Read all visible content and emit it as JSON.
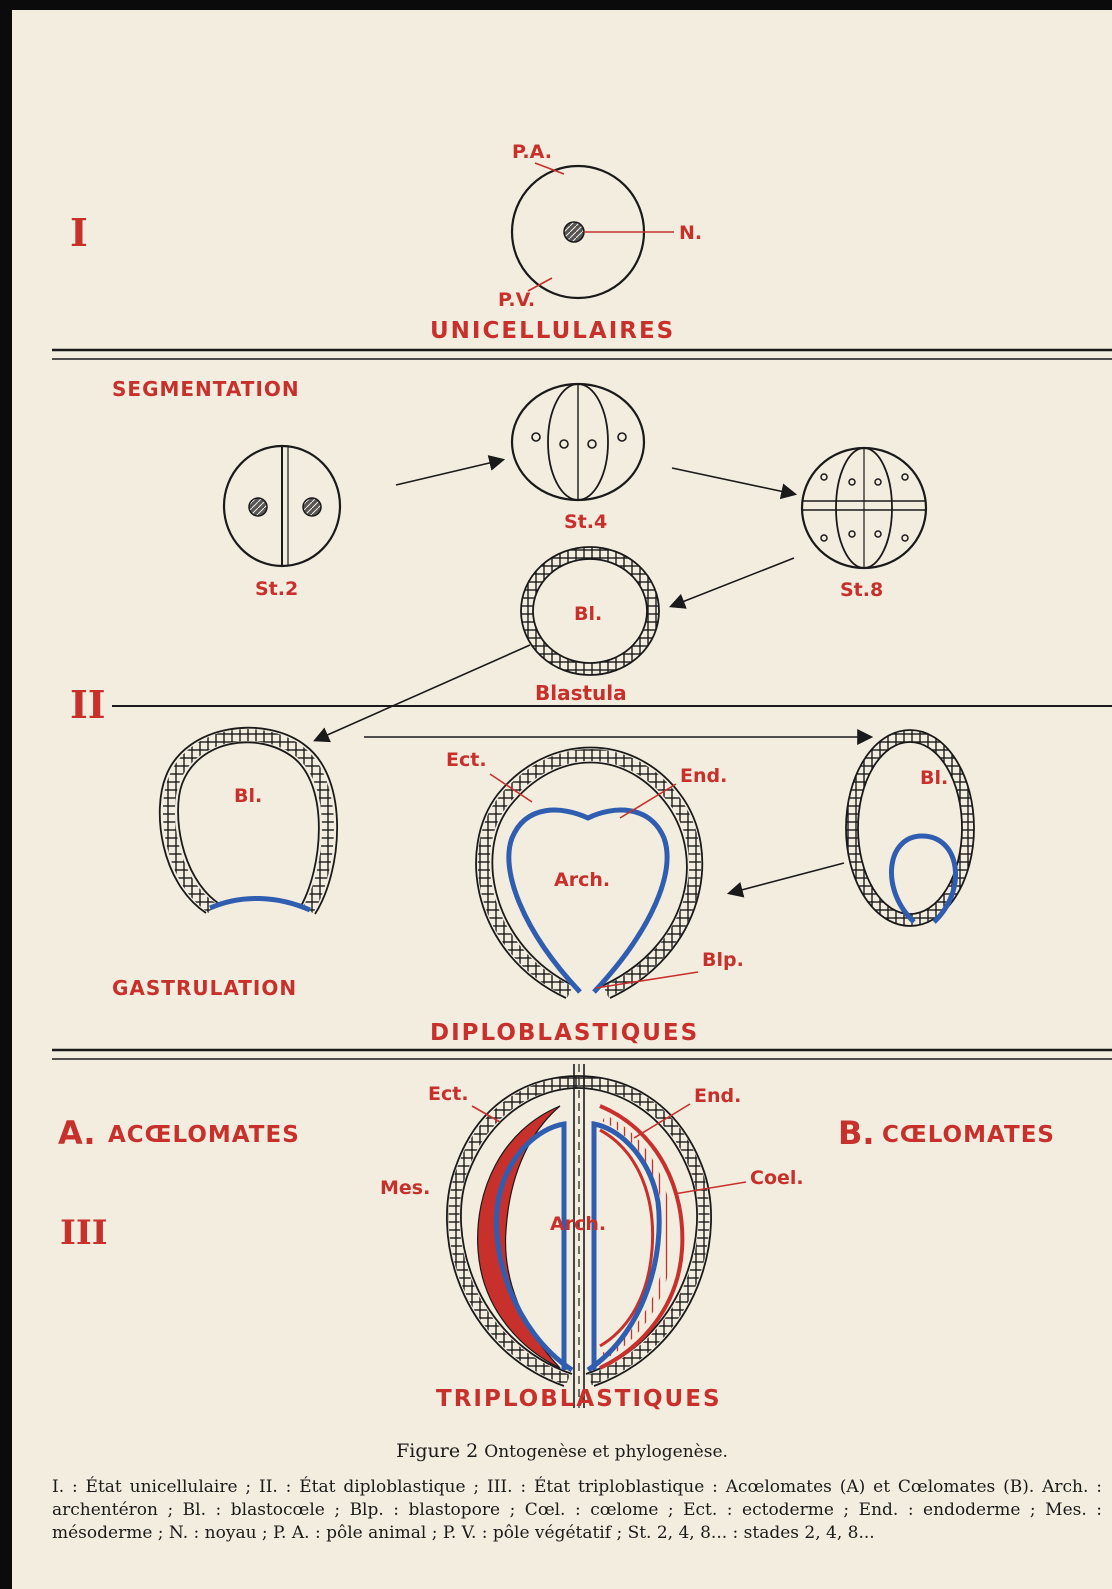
{
  "sections": {
    "roman_1": "I",
    "roman_2": "II",
    "roman_3": "III",
    "unicellulaires": "UNICELLULAIRES",
    "segmentation": "SEGMENTATION",
    "gastrulation": "GASTRULATION",
    "diploblastiques": "DIPLOBLASTIQUES",
    "triploblastiques": "TRIPLOBLASTIQUES",
    "acoelomates_letter": "A.",
    "acoelomates": "ACŒLOMATES",
    "coelomates_letter": "B.",
    "coelomates": "CŒLOMATES"
  },
  "labels": {
    "pa": "P.A.",
    "n": "N.",
    "pv": "P.V.",
    "st2": "St.2",
    "st4": "St.4",
    "st8": "St.8",
    "bl": "Bl.",
    "blastula": "Blastula",
    "ect": "Ect.",
    "end": "End.",
    "arch": "Arch.",
    "blp": "Blp.",
    "mes": "Mes.",
    "coel": "Coel."
  },
  "caption": {
    "figure": "Figure 2",
    "title": "Ontogenèse et phylogenèse."
  },
  "legend": "I. : État unicellulaire ; II. : État diploblastique ; III. : État triploblastique : Acœlomates (A) et Cœlomates (B). Arch. : archentéron ; Bl. : blastocœle ; Blp. : blastopore ; Cœl. : cœlome ; Ect. : ectoderme ; End. : endoderme ; Mes. : mésoderme ; N. : noyau ; P. A. : pôle animal ; P. V. : pôle végétatif ; St. 2, 4, 8... : stades 2, 4, 8...",
  "colors": {
    "red": "#c8302c",
    "blue": "#2f5db0",
    "paper": "#f3ede0",
    "ink": "#1a1a1a"
  }
}
